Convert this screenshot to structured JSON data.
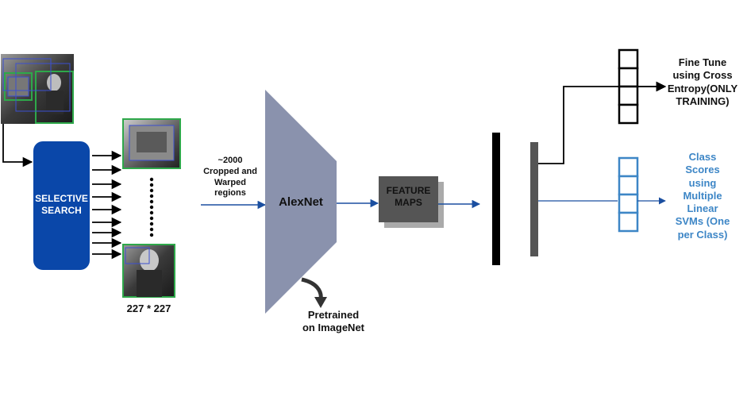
{
  "selective_search": {
    "label_line1": "SELECTIVE",
    "label_line2": "SEARCH"
  },
  "crop_size": "227 * 227",
  "regions": {
    "line1": "~2000",
    "line2": "Cropped and",
    "line3": "Warped",
    "line4": "regions"
  },
  "alexnet": {
    "label": "AlexNet"
  },
  "pretrained": {
    "line1": "Pretrained",
    "line2": "on ImageNet"
  },
  "feature_maps": {
    "line1": "FEATURE",
    "line2": "MAPS"
  },
  "fine_tune": {
    "line1": "Fine Tune",
    "line2": "using Cross",
    "line3": "Entropy(ONLY",
    "line4": "TRAINING)"
  },
  "class_scores": {
    "line1": "Class",
    "line2": "Scores",
    "line3": "using",
    "line4": "Multiple",
    "line5": "Linear",
    "line6": "SVMs (One",
    "line7": "per Class)"
  },
  "colors": {
    "selective_search": "#0a47a9",
    "alexnet": "#8a92ad",
    "feature_maps": "#555555",
    "arrow_blue": "#1b4fa0",
    "class_scores": "#3d86c6",
    "region_border": "#2ea84a"
  }
}
